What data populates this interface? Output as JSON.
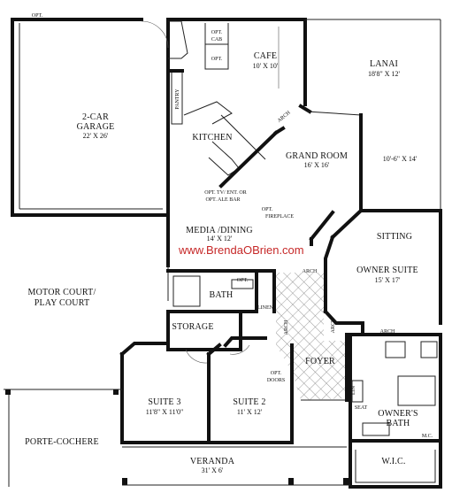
{
  "watermark": "www.BrendaOBrien.com",
  "rooms": {
    "garage": {
      "name_line1": "2-CAR",
      "name_line2": "GARAGE",
      "size": "22' X 26'"
    },
    "cafe": {
      "name": "CAFE",
      "size": "10' X 10'"
    },
    "lanai": {
      "name": "LANAI",
      "size": "18'8\" X 12'"
    },
    "lanai_ext": {
      "size": "10'-6\" X 14'"
    },
    "kitchen": {
      "name": "KITCHEN"
    },
    "pantry": {
      "name": "PANTRY"
    },
    "grand_room": {
      "name": "GRAND ROOM",
      "size": "16' X 16'"
    },
    "media_dining": {
      "name": "MEDIA /DINING",
      "size": "14' X 12'"
    },
    "sitting": {
      "name": "SITTING"
    },
    "owner_suite": {
      "name": "OWNER SUITE",
      "size": "15' X 17'"
    },
    "motor_court": {
      "line1": "MOTOR COURT/",
      "line2": "PLAY COURT"
    },
    "bath": {
      "name": "BATH"
    },
    "storage": {
      "name": "STORAGE"
    },
    "foyer": {
      "name": "FOYER"
    },
    "suite3": {
      "name": "SUITE 3",
      "size": "11'8\" X 11'0\""
    },
    "suite2": {
      "name": "SUITE 2",
      "size": "11' X 12'"
    },
    "owners_bath": {
      "name_line1": "OWNER'S",
      "name_line2": "BATH"
    },
    "wic": {
      "name": "W.I.C."
    },
    "porte_cochere": {
      "name": "PORTE-COCHERE"
    },
    "veranda": {
      "name": "VERANDA",
      "size": "31' X 6'"
    }
  },
  "notes": {
    "opt_top": "OPT.",
    "opt_cab_1": "OPT.",
    "opt_cab_2": "CAB",
    "opt_small": "OPT.",
    "opt_tv_1": "OPT. TV/ ENT. OR",
    "opt_tv_2": "OPT. ALE BAR",
    "opt_fire_1": "OPT.",
    "opt_fire_2": "FIREPLACE",
    "opt_bath": "OPT.",
    "opt_doors_1": "OPT.",
    "opt_doors_2": "DOORS",
    "arch_grand": "ARCH",
    "arch_owner": "ARCH",
    "arch_foyer1": "ARCH",
    "arch_foyer2": "ARCH",
    "arch_bath": "ARCH",
    "linen": "LINEN",
    "lin": "LIN",
    "seat": "SEAT",
    "mc": "M.C."
  }
}
